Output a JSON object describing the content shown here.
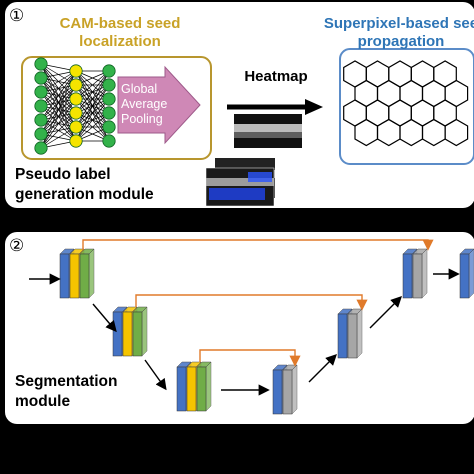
{
  "panel1": {
    "number": "①",
    "cam_title_line1": "CAM-based seed",
    "cam_title_line2": "localization",
    "gap_line1": "Global",
    "gap_line2": "Average",
    "gap_line3": "Pooling",
    "heatmap_label": "Heatmap",
    "superpixel_title_line1": "Superpixel-based see",
    "superpixel_title_line2": "propagation",
    "module_line1": "Pseudo label",
    "module_line2": "generation module"
  },
  "panel2": {
    "number": "②",
    "module_line1": "Segmentation",
    "module_line2": "module"
  },
  "colors": {
    "cam_title": "#c9a227",
    "superpixel_title": "#2e75b6",
    "gap_arrow": "#cf88b6",
    "node": "#33b24a",
    "node_mid": "#f5e400",
    "box_gold": "#b8962e",
    "box_blue": "#5b8cc8",
    "skip": "#e07a2a",
    "block_blue": "#4472c4",
    "block_yellow": "#f5c400",
    "block_green": "#70ad47",
    "block_gray": "#a6a6a6"
  }
}
